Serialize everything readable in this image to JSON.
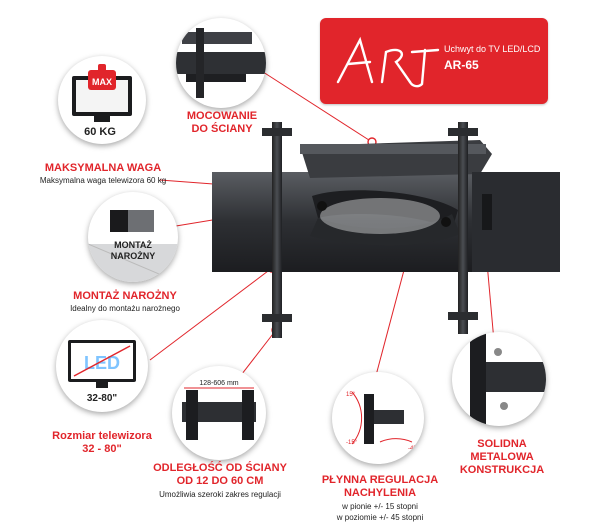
{
  "brand": {
    "subtitle": "Uchwyt do TV LED/LCD",
    "model": "AR-65",
    "accent": "#e1252b"
  },
  "max_icon_text": "MAX",
  "weight_icon_value": "60 KG",
  "features": {
    "wall_mount": {
      "title1": "MOCOWANIE",
      "title2": "DO ŚCIANY"
    },
    "max_weight": {
      "title": "MAKSYMALNA WAGA",
      "desc": "Maksymalna waga telewizora 60 kg"
    },
    "corner": {
      "icon_text1": "MONTAŻ",
      "icon_text2": "NAROŻNY",
      "title": "MONTAŻ NAROŻNY",
      "desc": "Idealny do montażu narożnego"
    },
    "size": {
      "icon_text": "LED",
      "range": "32-80\"",
      "title1": "Rozmiar telewizora",
      "title2": "32 - 80\""
    },
    "distance": {
      "icon_text": "128-606 mm",
      "title1": "ODLEGŁOŚĆ OD ŚCIANY",
      "title2": "OD 12 DO 60 CM",
      "desc": "Umożliwia szeroki zakres regulacji"
    },
    "tilt": {
      "title1": "PŁYNNA REGULACJA",
      "title2": "NACHYLENIA",
      "desc1": "w pionie +/- 15 stopni",
      "desc2": "w poziomie +/- 45 stopni"
    },
    "metal": {
      "title1": "SOLIDNA",
      "title2": "METALOWA",
      "title3": "KONSTRUKCJA"
    }
  }
}
